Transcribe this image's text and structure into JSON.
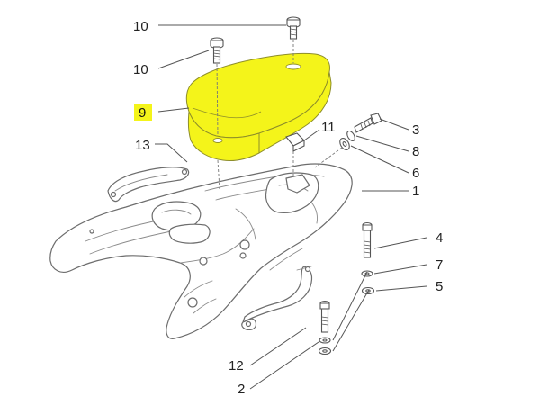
{
  "colors": {
    "highlight_fill": "#f4f41a",
    "highlight_stroke": "#8e8e2a",
    "highlight_label_bg": "#f4f41a",
    "line": "#6d6d6d"
  },
  "callouts": {
    "c10_top": "10",
    "c10_left": "10",
    "c9": "9",
    "c13": "13",
    "c11": "11",
    "c3": "3",
    "c8": "8",
    "c6": "6",
    "c1": "1",
    "c4": "4",
    "c7": "7",
    "c5": "5",
    "c12": "12",
    "c2": "2"
  }
}
